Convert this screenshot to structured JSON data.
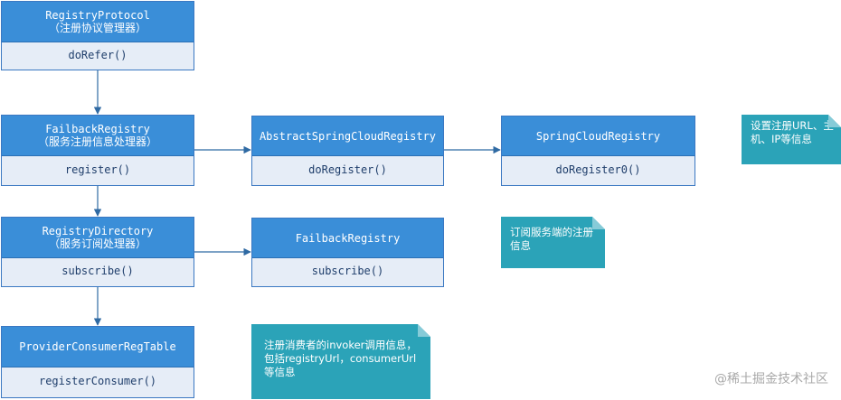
{
  "boxes": {
    "registry_protocol": {
      "title": "RegistryProtocol",
      "subtitle": "（注册协议管理器）",
      "method": "doRefer()"
    },
    "failback_registry_left": {
      "title": "FailbackRegistry",
      "subtitle": "（服务注册信息处理器）",
      "method": "register()"
    },
    "registry_directory": {
      "title": "RegistryDirectory",
      "subtitle": "（服务订阅处理器）",
      "method": "subscribe()"
    },
    "provider_consumer_reg_table": {
      "title": "ProviderConsumerRegTable",
      "method": "registerConsumer()"
    },
    "abstract_spring_cloud_registry": {
      "title": "AbstractSpringCloudRegistry",
      "method": "doRegister()"
    },
    "spring_cloud_registry": {
      "title": "SpringCloudRegistry",
      "method": "doRegister0()"
    },
    "failback_registry_right": {
      "title": "FailbackRegistry",
      "method": "subscribe()"
    }
  },
  "notes": {
    "register_url_note": "设置注册URL、主机、IP等信息",
    "subscribe_note": "订阅服务端的注册信息",
    "consumer_note": "注册消费者的invoker调用信息， 包括registryUrl，consumerUrl等信息"
  },
  "watermark": "@稀土掘金技术社区",
  "colors": {
    "box_header": "#3a8ed8",
    "box_body": "#e6edf7",
    "box_border": "#3b78c2",
    "note": "#2ba3b8",
    "connector": "#2f6aa3"
  }
}
